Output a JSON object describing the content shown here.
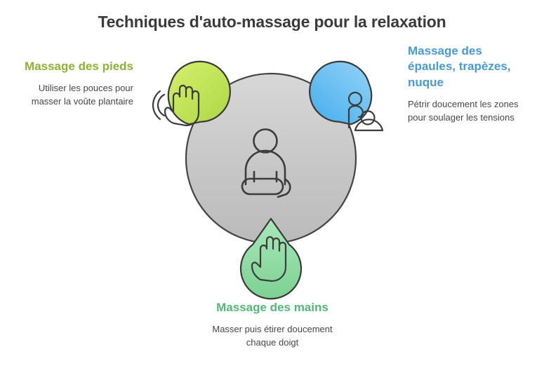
{
  "page": {
    "title": "Techniques d'auto-massage pour la relaxation",
    "background_color": "#ffffff",
    "title_color": "#3b3b3b"
  },
  "center": {
    "icon_name": "meditating-person-icon",
    "fill_top": "#d5d5d5",
    "fill_bottom": "#bcbcbc",
    "stroke": "#444444"
  },
  "nodes": [
    {
      "id": "feet",
      "heading": "Massage des pieds",
      "body": "Utiliser les pouces pour masser la voûte plantaire",
      "heading_color": "#8cb436",
      "badge_fill_top": "#cdec63",
      "badge_fill_bottom": "#b4dc4d",
      "badge_stroke": "#3a3a3a",
      "icon_name": "waving-hand-icon",
      "position": "left"
    },
    {
      "id": "shoulders",
      "heading": "Massage des épaules, trapèzes, nuque",
      "body": "Pétrir doucement les zones pour soulager les tensions",
      "heading_color": "#4a9ad4",
      "badge_fill_top": "#8ccef5",
      "badge_fill_bottom": "#4fb3ee",
      "badge_stroke": "#3a3a3a",
      "icon_name": "shoulder-massage-icon",
      "position": "right"
    },
    {
      "id": "hands",
      "heading": "Massage des mains",
      "body": "Masser puis étirer doucement chaque doigt",
      "heading_color": "#52b878",
      "badge_fill_top": "#a5e6b6",
      "badge_fill_bottom": "#7fd395",
      "badge_stroke": "#3a3a3a",
      "icon_name": "open-hand-icon",
      "position": "bottom"
    }
  ]
}
